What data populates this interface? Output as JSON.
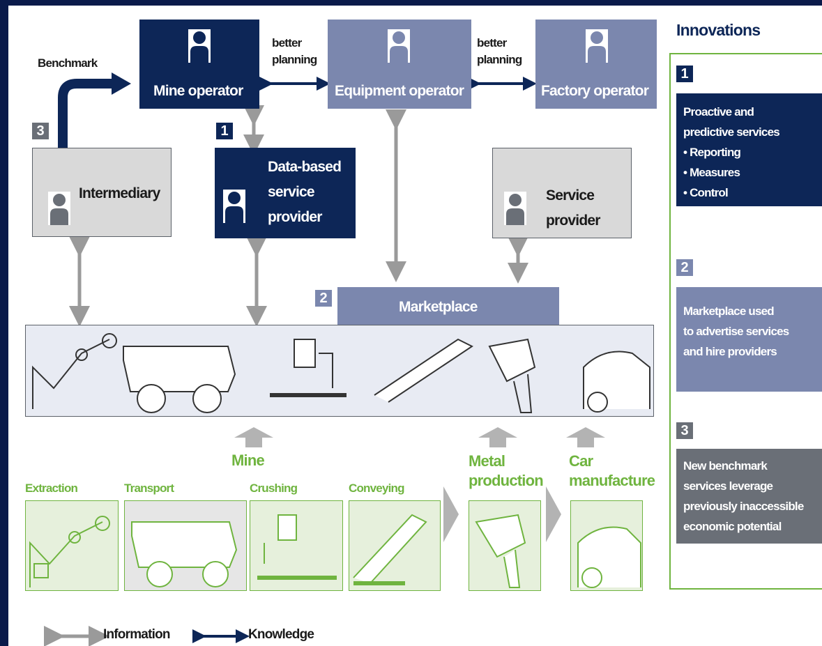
{
  "actors": {
    "mine_operator": "Mine operator",
    "equipment_operator": "Equipment operator",
    "factory_operator": "Factory operator",
    "intermediary": "Intermediary",
    "data_based_provider": [
      "Data-based",
      "service",
      "provider"
    ],
    "service_provider": [
      "Service",
      "provider"
    ]
  },
  "links": {
    "benchmark": "Benchmark",
    "better_planning_1": [
      "better",
      "planning"
    ],
    "better_planning_2": [
      "better",
      "planning"
    ],
    "marketplace": "Marketplace"
  },
  "badges": {
    "b1": "1",
    "b2": "2",
    "b3": "3"
  },
  "stages": {
    "mine": "Mine",
    "extraction": "Extraction",
    "transport": "Transport",
    "crushing": "Crushing",
    "conveying": "Conveying",
    "metal_production": [
      "Metal",
      "production"
    ],
    "car_manufacture": [
      "Car",
      "manufacture"
    ]
  },
  "innovations": {
    "title": "Innovations",
    "items": [
      {
        "num": "1",
        "lines": [
          "Proactive and",
          "predictive services",
          "• Reporting",
          "• Measures",
          "• Control"
        ],
        "color": "#0d2657"
      },
      {
        "num": "2",
        "lines": [
          "Marketplace used",
          "to advertise services",
          "and hire providers"
        ],
        "color": "#7b87ae"
      },
      {
        "num": "3",
        "lines": [
          "New benchmark",
          "services leverage",
          "previously inaccessible",
          "economic potential"
        ],
        "color": "#6a6f77"
      }
    ]
  },
  "legend": {
    "information": "Information",
    "knowledge": "Knowledge"
  },
  "colors": {
    "navy": "#0d2657",
    "slate": "#7b87ae",
    "grey": "#d9d9d9",
    "dark": "#6a6f77",
    "green": "#6fb43f"
  }
}
